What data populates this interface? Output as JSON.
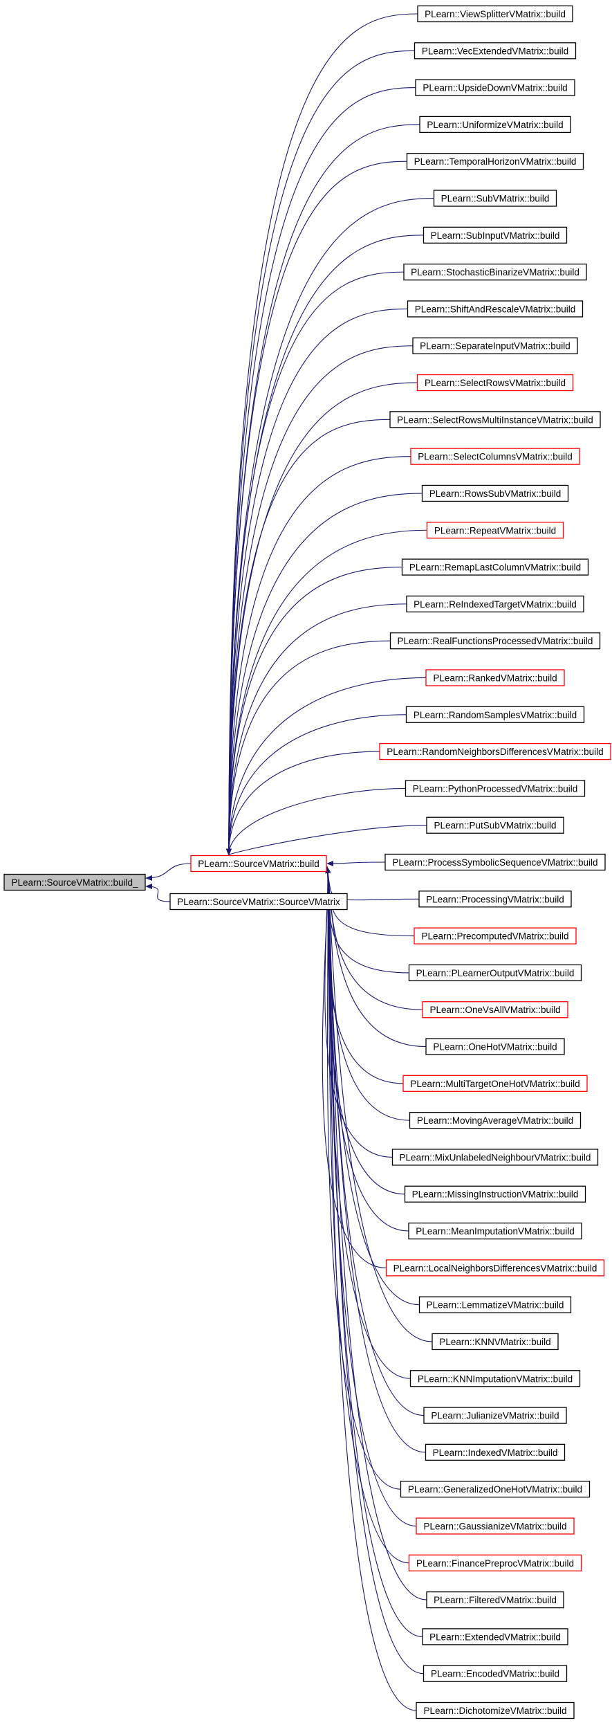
{
  "colors": {
    "edge": "#191970",
    "box_border_default": "#000000",
    "box_border_truncated": "#ff0000",
    "root_fill": "#bfbfbf",
    "box_fill": "#ffffff"
  },
  "root": {
    "label": "PLearn::SourceVMatrix::build_"
  },
  "middle": [
    {
      "id": "build",
      "label": "PLearn::SourceVMatrix::build",
      "truncated": true
    },
    {
      "id": "ctor",
      "label": "PLearn::SourceVMatrix::SourceVMatrix",
      "truncated": false
    }
  ],
  "callers": [
    {
      "label": "PLearn::ViewSplitterVMatrix::build",
      "truncated": false
    },
    {
      "label": "PLearn::VecExtendedVMatrix::build",
      "truncated": false
    },
    {
      "label": "PLearn::UpsideDownVMatrix::build",
      "truncated": false
    },
    {
      "label": "PLearn::UniformizeVMatrix::build",
      "truncated": false
    },
    {
      "label": "PLearn::TemporalHorizonVMatrix::build",
      "truncated": false
    },
    {
      "label": "PLearn::SubVMatrix::build",
      "truncated": false
    },
    {
      "label": "PLearn::SubInputVMatrix::build",
      "truncated": false
    },
    {
      "label": "PLearn::StochasticBinarizeVMatrix::build",
      "truncated": false
    },
    {
      "label": "PLearn::ShiftAndRescaleVMatrix::build",
      "truncated": false
    },
    {
      "label": "PLearn::SeparateInputVMatrix::build",
      "truncated": false
    },
    {
      "label": "PLearn::SelectRowsVMatrix::build",
      "truncated": true
    },
    {
      "label": "PLearn::SelectRowsMultiInstanceVMatrix::build",
      "truncated": false
    },
    {
      "label": "PLearn::SelectColumnsVMatrix::build",
      "truncated": true
    },
    {
      "label": "PLearn::RowsSubVMatrix::build",
      "truncated": false
    },
    {
      "label": "PLearn::RepeatVMatrix::build",
      "truncated": true
    },
    {
      "label": "PLearn::RemapLastColumnVMatrix::build",
      "truncated": false
    },
    {
      "label": "PLearn::ReIndexedTargetVMatrix::build",
      "truncated": false
    },
    {
      "label": "PLearn::RealFunctionsProcessedVMatrix::build",
      "truncated": false
    },
    {
      "label": "PLearn::RankedVMatrix::build",
      "truncated": true
    },
    {
      "label": "PLearn::RandomSamplesVMatrix::build",
      "truncated": false
    },
    {
      "label": "PLearn::RandomNeighborsDifferencesVMatrix::build",
      "truncated": true
    },
    {
      "label": "PLearn::PythonProcessedVMatrix::build",
      "truncated": false
    },
    {
      "label": "PLearn::PutSubVMatrix::build",
      "truncated": false
    },
    {
      "label": "PLearn::ProcessSymbolicSequenceVMatrix::build",
      "truncated": false
    },
    {
      "label": "PLearn::ProcessingVMatrix::build",
      "truncated": false
    },
    {
      "label": "PLearn::PrecomputedVMatrix::build",
      "truncated": true
    },
    {
      "label": "PLearn::PLearnerOutputVMatrix::build",
      "truncated": false
    },
    {
      "label": "PLearn::OneVsAllVMatrix::build",
      "truncated": true
    },
    {
      "label": "PLearn::OneHotVMatrix::build",
      "truncated": false
    },
    {
      "label": "PLearn::MultiTargetOneHotVMatrix::build",
      "truncated": true
    },
    {
      "label": "PLearn::MovingAverageVMatrix::build",
      "truncated": false
    },
    {
      "label": "PLearn::MixUnlabeledNeighbourVMatrix::build",
      "truncated": false
    },
    {
      "label": "PLearn::MissingInstructionVMatrix::build",
      "truncated": false
    },
    {
      "label": "PLearn::MeanImputationVMatrix::build",
      "truncated": false
    },
    {
      "label": "PLearn::LocalNeighborsDifferencesVMatrix::build",
      "truncated": true
    },
    {
      "label": "PLearn::LemmatizeVMatrix::build",
      "truncated": false
    },
    {
      "label": "PLearn::KNNVMatrix::build",
      "truncated": false
    },
    {
      "label": "PLearn::KNNImputationVMatrix::build",
      "truncated": false
    },
    {
      "label": "PLearn::JulianizeVMatrix::build",
      "truncated": false
    },
    {
      "label": "PLearn::IndexedVMatrix::build",
      "truncated": false
    },
    {
      "label": "PLearn::GeneralizedOneHotVMatrix::build",
      "truncated": false
    },
    {
      "label": "PLearn::GaussianizeVMatrix::build",
      "truncated": true
    },
    {
      "label": "PLearn::FinancePreprocVMatrix::build",
      "truncated": true
    },
    {
      "label": "PLearn::FilteredVMatrix::build",
      "truncated": false
    },
    {
      "label": "PLearn::ExtendedVMatrix::build",
      "truncated": false
    },
    {
      "label": "PLearn::EncodedVMatrix::build",
      "truncated": false
    },
    {
      "label": "PLearn::DichotomizeVMatrix::build",
      "truncated": false
    }
  ]
}
